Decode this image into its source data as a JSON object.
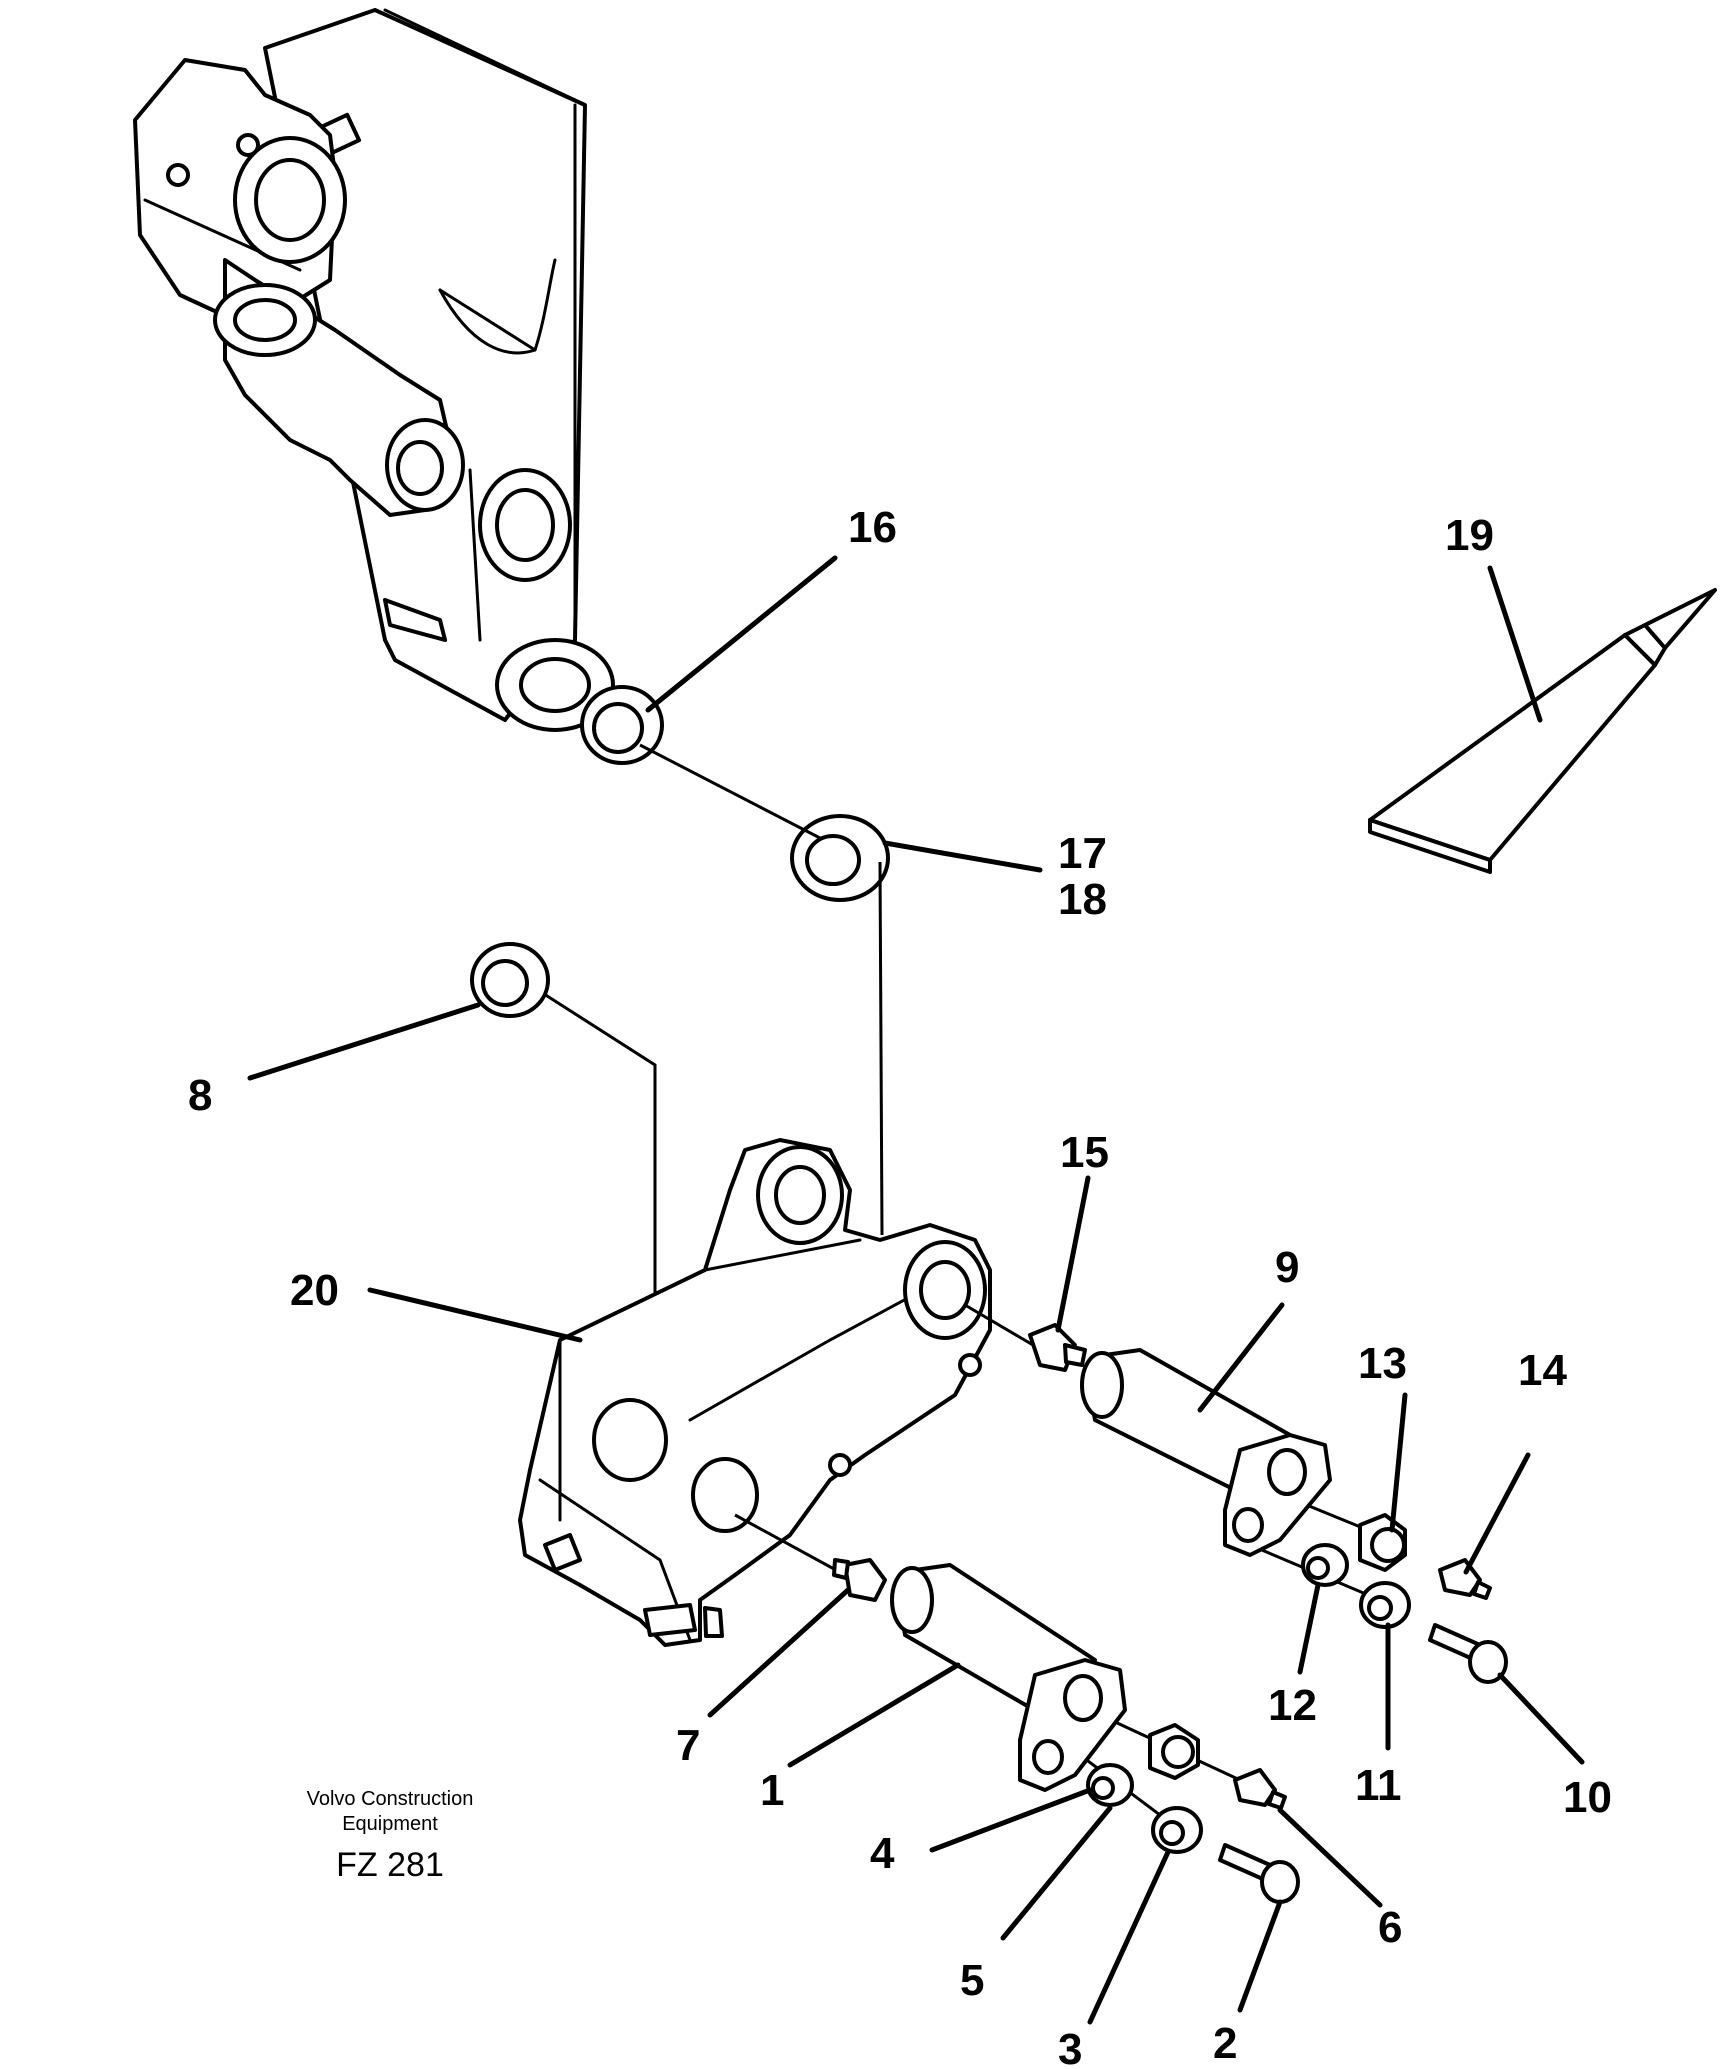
{
  "callouts": {
    "c1": "1",
    "c2": "2",
    "c3": "3",
    "c4": "4",
    "c5": "5",
    "c6": "6",
    "c7": "7",
    "c8": "8",
    "c9": "9",
    "c10": "10",
    "c11": "11",
    "c12": "12",
    "c13": "13",
    "c14": "14",
    "c15": "15",
    "c16": "16",
    "c17": "17",
    "c18": "18",
    "c19": "19",
    "c20": "20"
  },
  "caption": {
    "line1": "Volvo Construction",
    "line2": "Equipment",
    "code": "FZ 281"
  }
}
